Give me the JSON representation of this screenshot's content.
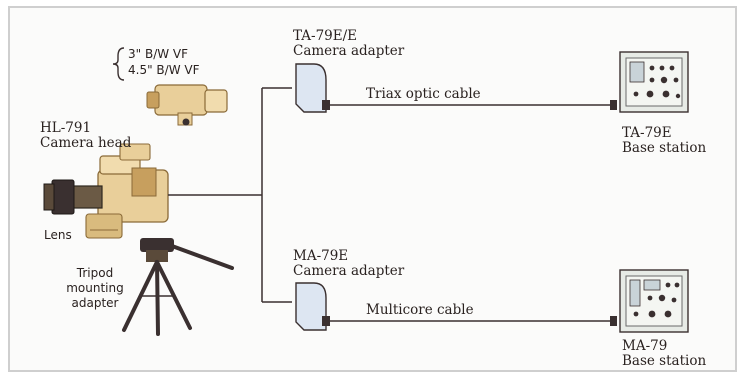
{
  "viewfinder": {
    "lines": [
      "3\" B/W VF",
      "4.5\" B/W VF"
    ]
  },
  "camera_head": {
    "model": "HL-791",
    "name": "Camera head"
  },
  "lens": {
    "label": "Lens"
  },
  "tripod": {
    "lines": [
      "Tripod",
      "mounting",
      "adapter"
    ]
  },
  "adapter_top": {
    "model": "TA-79E/E",
    "name": "Camera adapter"
  },
  "adapter_bottom": {
    "model": "MA-79E",
    "name": "Camera adapter"
  },
  "cable_top": {
    "label": "Triax optic cable"
  },
  "cable_bottom": {
    "label": "Multicore cable"
  },
  "base_top": {
    "model": "TA-79E",
    "name": "Base station"
  },
  "base_bottom": {
    "model": "MA-79",
    "name": "Base station"
  },
  "colors": {
    "equipment": "#e9cf9a",
    "equipment_shadow": "#b08a4e",
    "adapter_fill": "#dde6f2",
    "panel_fill": "#e7ebe6",
    "line": "#3a3030"
  }
}
